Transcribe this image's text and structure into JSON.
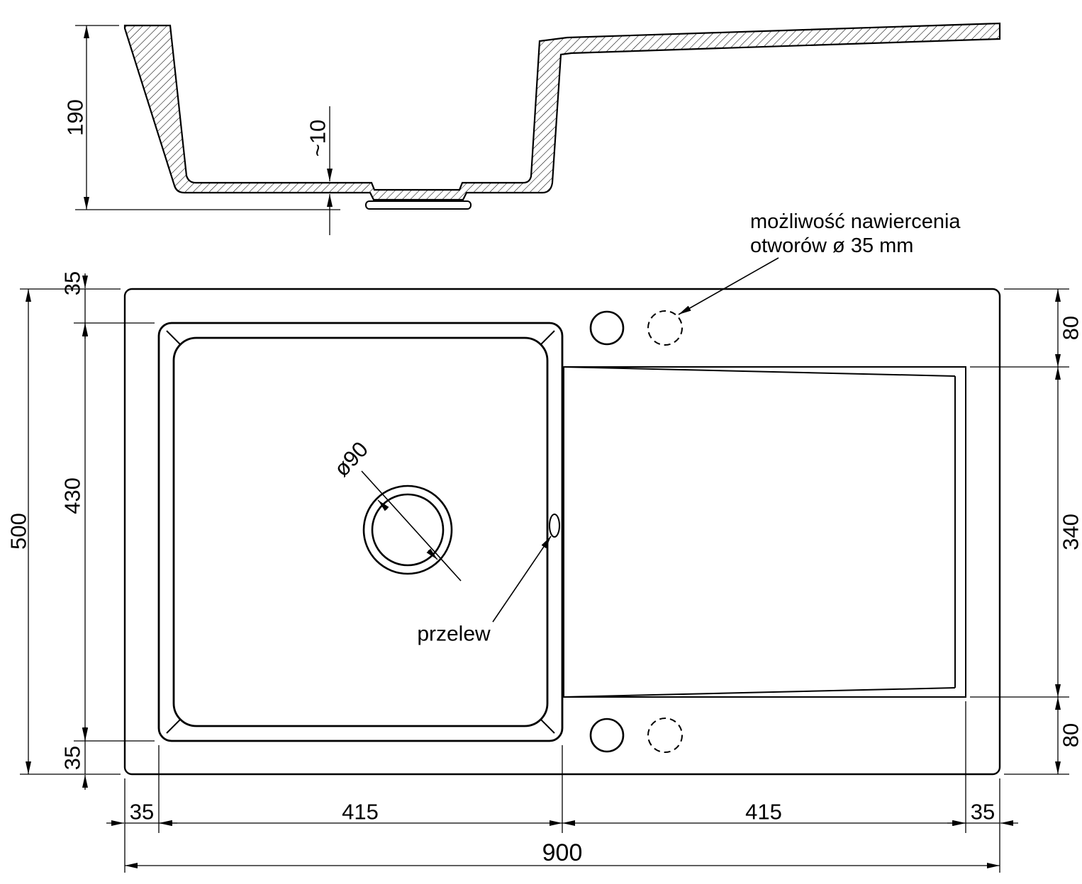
{
  "colors": {
    "line": "#000000",
    "background": "#ffffff"
  },
  "section_view": {
    "depth_label": "190",
    "base_thickness_label": "~10"
  },
  "plan_view": {
    "drill_note_line1": "możliwość nawiercenia",
    "drill_note_line2": "otworów ø 35 mm",
    "overflow_label": "przelew",
    "drain_label": "ø90"
  },
  "dimensions": {
    "total_width": "900",
    "total_depth": "500",
    "margin_top": "35",
    "basin_length": "430",
    "margin_bottom": "35",
    "hole_offset_top": "80",
    "drainer_length": "340",
    "hole_offset_bottom": "80",
    "margin_left": "35",
    "basin_width": "415",
    "drainer_width": "415",
    "margin_right": "35"
  }
}
